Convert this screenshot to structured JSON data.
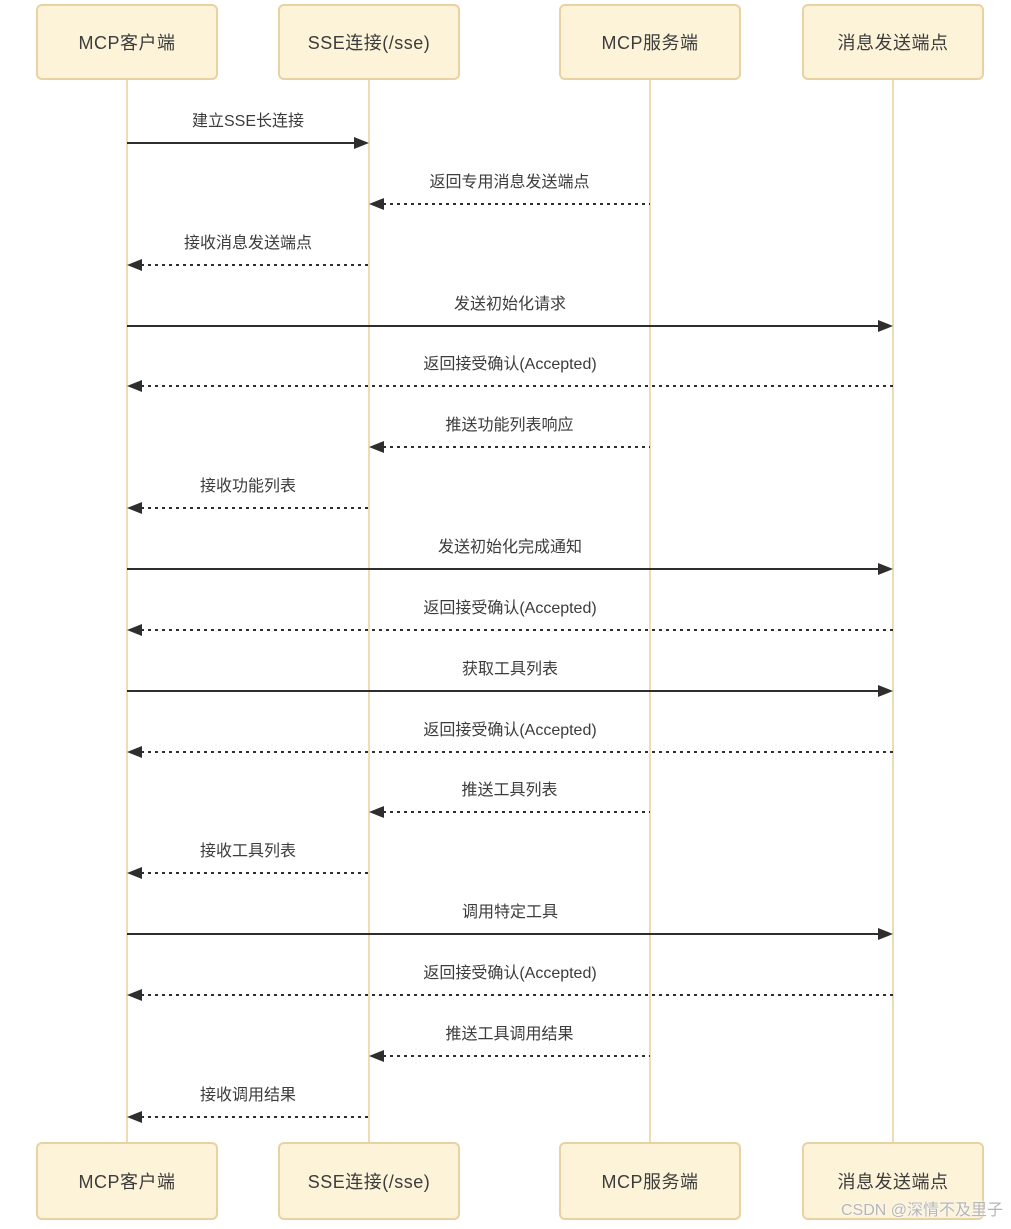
{
  "diagram": {
    "type": "sequence-diagram",
    "actors": [
      {
        "id": "client",
        "label": "MCP客户端"
      },
      {
        "id": "sse",
        "label": "SSE连接(/sse)"
      },
      {
        "id": "server",
        "label": "MCP服务端"
      },
      {
        "id": "endpoint",
        "label": "消息发送端点"
      }
    ],
    "messages": [
      {
        "label": "建立SSE长连接",
        "from": "client",
        "to": "sse",
        "style": "solid"
      },
      {
        "label": "返回专用消息发送端点",
        "from": "server",
        "to": "sse",
        "style": "dashed"
      },
      {
        "label": "接收消息发送端点",
        "from": "sse",
        "to": "client",
        "style": "dashed"
      },
      {
        "label": "发送初始化请求",
        "from": "client",
        "to": "endpoint",
        "style": "solid"
      },
      {
        "label": "返回接受确认(Accepted)",
        "from": "endpoint",
        "to": "client",
        "style": "dashed"
      },
      {
        "label": "推送功能列表响应",
        "from": "server",
        "to": "sse",
        "style": "dashed"
      },
      {
        "label": "接收功能列表",
        "from": "sse",
        "to": "client",
        "style": "dashed"
      },
      {
        "label": "发送初始化完成通知",
        "from": "client",
        "to": "endpoint",
        "style": "solid"
      },
      {
        "label": "返回接受确认(Accepted)",
        "from": "endpoint",
        "to": "client",
        "style": "dashed"
      },
      {
        "label": "获取工具列表",
        "from": "client",
        "to": "endpoint",
        "style": "solid"
      },
      {
        "label": "返回接受确认(Accepted)",
        "from": "endpoint",
        "to": "client",
        "style": "dashed"
      },
      {
        "label": "推送工具列表",
        "from": "server",
        "to": "sse",
        "style": "dashed"
      },
      {
        "label": "接收工具列表",
        "from": "sse",
        "to": "client",
        "style": "dashed"
      },
      {
        "label": "调用特定工具",
        "from": "client",
        "to": "endpoint",
        "style": "solid"
      },
      {
        "label": "返回接受确认(Accepted)",
        "from": "endpoint",
        "to": "client",
        "style": "dashed"
      },
      {
        "label": "推送工具调用结果",
        "from": "server",
        "to": "sse",
        "style": "dashed"
      },
      {
        "label": "接收调用结果",
        "from": "sse",
        "to": "client",
        "style": "dashed"
      }
    ],
    "watermark": "CSDN @深情不及里子",
    "colors": {
      "box_fill": "#fdf3d9",
      "box_border": "#e9d2a2",
      "lifeline": "#efdcb4",
      "arrow": "#2e2e2e",
      "text": "#3c3c3c",
      "watermark": "#b5b5b5",
      "background": "#ffffff"
    }
  }
}
